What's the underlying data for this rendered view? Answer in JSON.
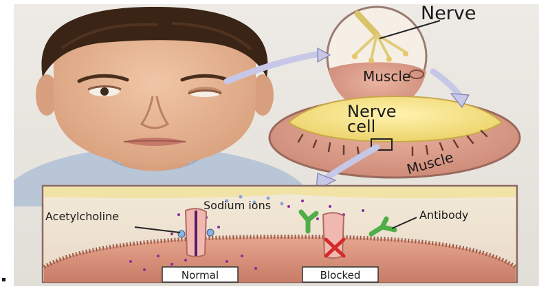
{
  "labels": {
    "nerve": "Nerve",
    "muscle_top": "Muscle",
    "nerve_cell_line1": "Nerve",
    "nerve_cell_line2": "cell",
    "muscle_mid": "Muscle",
    "sodium_ions": "Sodium ions",
    "acetylcholine": "Acetylcholine",
    "antibody": "Antibody",
    "normal": "Normal",
    "blocked": "Blocked"
  },
  "colors": {
    "background": "#e9e6e1",
    "skin": "#e7b896",
    "hair": "#3a2416",
    "shirt": "#b9c6d8",
    "muscle": "#d89a86",
    "nerve_cell": "#f3e38c",
    "receptor": "#f0b8b0",
    "acetylcholine": "#8a2c9a",
    "antibody": "#4fae48",
    "arrow": "#c7c7e8",
    "blocked_x": "#d42a2a"
  }
}
